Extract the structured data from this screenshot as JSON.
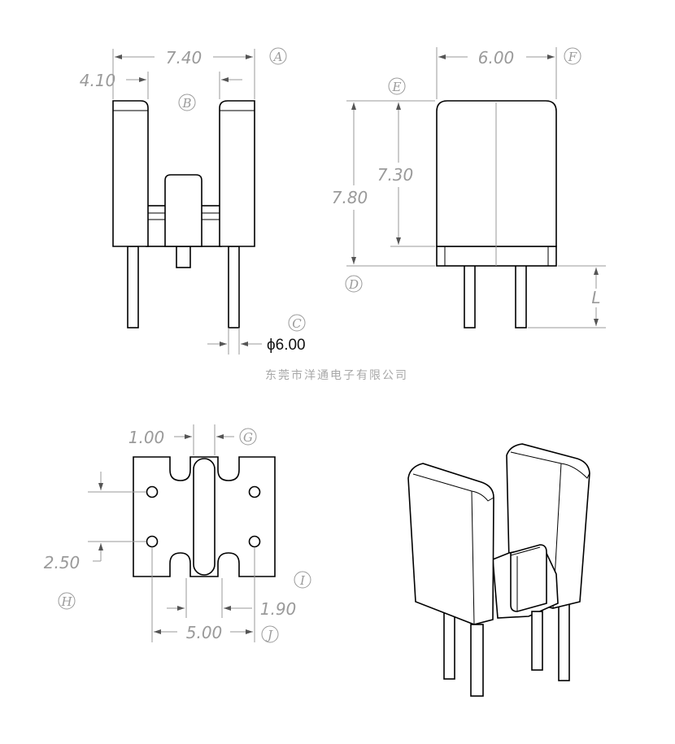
{
  "front_view": {
    "width_label": "7.40",
    "inner_label": "4.10",
    "pin_label": "ϕ6.00",
    "callouts": [
      "A",
      "B",
      "C"
    ]
  },
  "side_view": {
    "width_label": "6.00",
    "body_height_label": "7.30",
    "total_height_label": "7.80",
    "pin_length_label": "L",
    "callouts": [
      "D",
      "E",
      "F"
    ]
  },
  "company_caption": "东莞市洋通电子有限公司",
  "bottom_view": {
    "slot_label": "1.00",
    "hole_pitch_label": "2.50",
    "row_offset_label": "1.90",
    "pitch_label": "5.00",
    "callouts": [
      "G",
      "H",
      "I",
      "J"
    ]
  }
}
